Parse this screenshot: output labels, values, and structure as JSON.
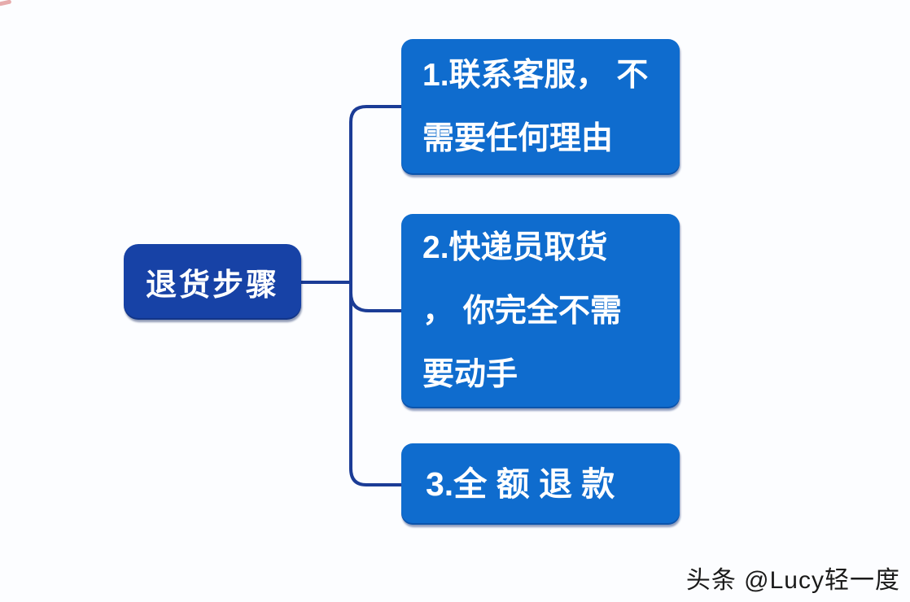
{
  "theme": {
    "background": "#fcfdff",
    "root_fill": "#1742a6",
    "child_fill": "#0f6cce",
    "connector": "#1b3c96",
    "node_text": "#ffffff",
    "watermark_color": "#1a1a1a"
  },
  "root": {
    "label": "退货步骤"
  },
  "children": [
    {
      "text": "1.联系客服，不需要任何理由",
      "lines": [
        "1.联系客服， 不",
        "需要任何理由"
      ]
    },
    {
      "text": "2.快递员取货，你完全不需要动手",
      "lines": [
        "2.快递员取货",
        "， 你完全不需",
        "要动手"
      ]
    },
    {
      "text": "3.全额退款",
      "lines": [
        "3.全 额 退 款"
      ]
    }
  ],
  "watermark": {
    "text": "头条 @Lucy轻一度"
  }
}
